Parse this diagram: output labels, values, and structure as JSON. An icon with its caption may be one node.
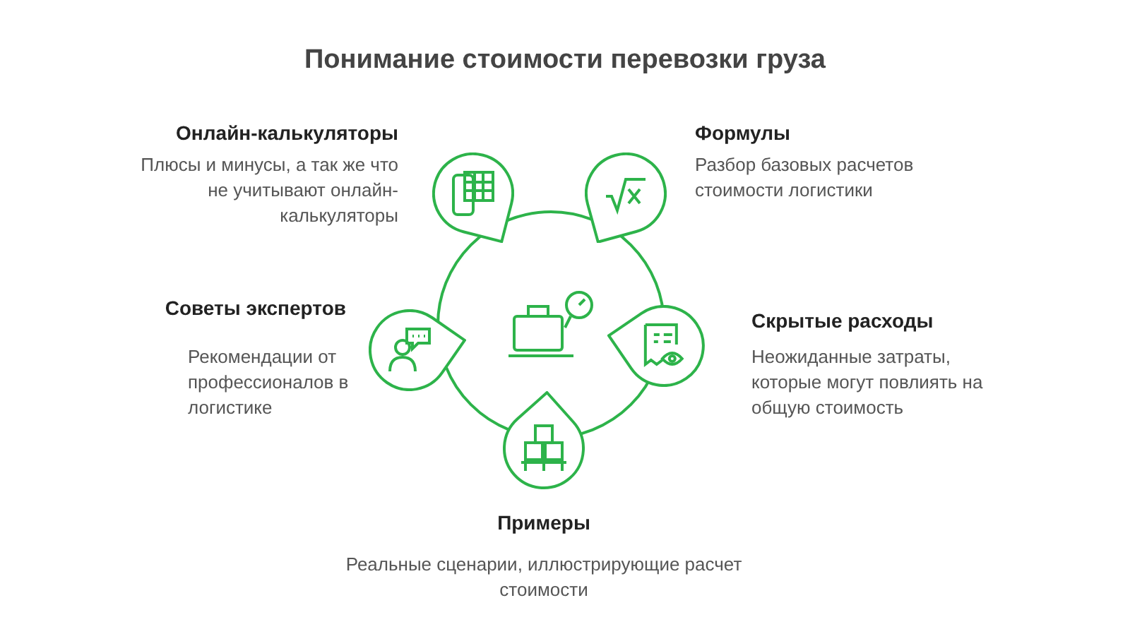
{
  "diagram": {
    "title": "Понимание стоимости перевозки груза",
    "nodes": [
      {
        "text": [],
        "shape": "circle"
      },
      {
        "text": [],
        "shape": "drop",
        "beside": [
          "Онлайн-калькуляторы",
          "Плюсы и минусы,  а так же что не учитывают онлайн-калькуляторы"
        ]
      },
      {
        "text": [],
        "shape": "drop",
        "beside": [
          "Формулы",
          "Разбор базовых расчетов стоимости логистики"
        ]
      },
      {
        "text": [],
        "shape": "drop",
        "beside": [
          "Скрытые расходы",
          "Неожиданные затраты, которые могут повлиять на общую стоимость"
        ]
      },
      {
        "text": [],
        "shape": "drop",
        "beside": [
          "Примеры",
          "Реальные сценарии, иллюстрирующие расчет стоимости"
        ]
      },
      {
        "text": [],
        "shape": "drop",
        "beside": [
          "Советы экспертов",
          "Рекомендации от профессионалов в логистике"
        ]
      }
    ],
    "edges": []
  }
}
